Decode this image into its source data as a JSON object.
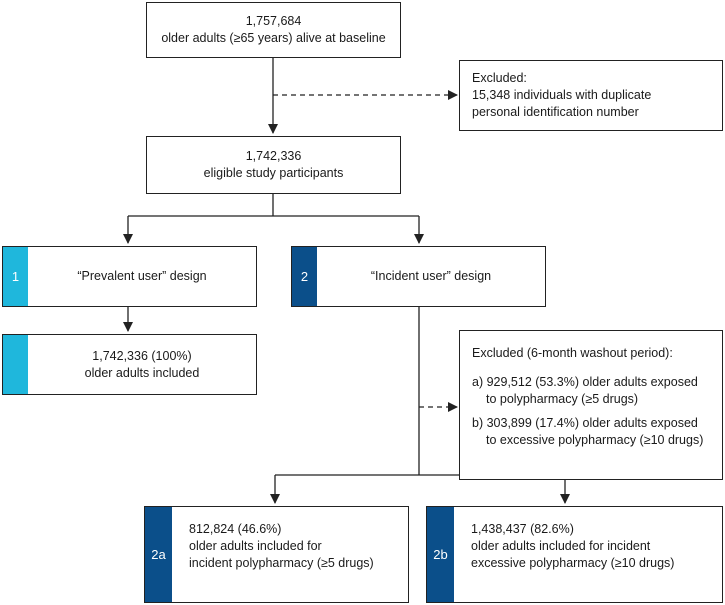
{
  "colors": {
    "light_blue": "#1fb7dc",
    "dark_blue": "#0b4f8a"
  },
  "baseline": {
    "count": "1,757,684",
    "label": "older adults (≥65 years) alive at baseline"
  },
  "excluded_duplicates": {
    "title": "Excluded:",
    "line1": "15,348 individuals with duplicate",
    "line2": "personal identification number"
  },
  "eligible": {
    "count": "1,742,336",
    "label": "eligible study participants"
  },
  "prevalent": {
    "tag": "1",
    "label": "“Prevalent user” design"
  },
  "incident": {
    "tag": "2",
    "label": "“Incident user” design"
  },
  "prevalent_included": {
    "count": "1,742,336 (100%)",
    "label": "older adults included"
  },
  "excluded_washout": {
    "title": "Excluded (6-month washout period):",
    "a_line1": "a) 929,512 (53.3%) older adults exposed",
    "a_line2": "to polypharmacy (≥5 drugs)",
    "b_line1": "b) 303,899 (17.4%) older adults exposed",
    "b_line2": "to excessive polypharmacy (≥10 drugs)"
  },
  "incident_2a": {
    "tag": "2a",
    "count": "812,824 (46.6%)",
    "line2": "older adults included for",
    "line3": "incident polypharmacy (≥5 drugs)"
  },
  "incident_2b": {
    "tag": "2b",
    "count": "1,438,437 (82.6%)",
    "line2": "older adults included for incident",
    "line3": "excessive polypharmacy (≥10 drugs)"
  }
}
